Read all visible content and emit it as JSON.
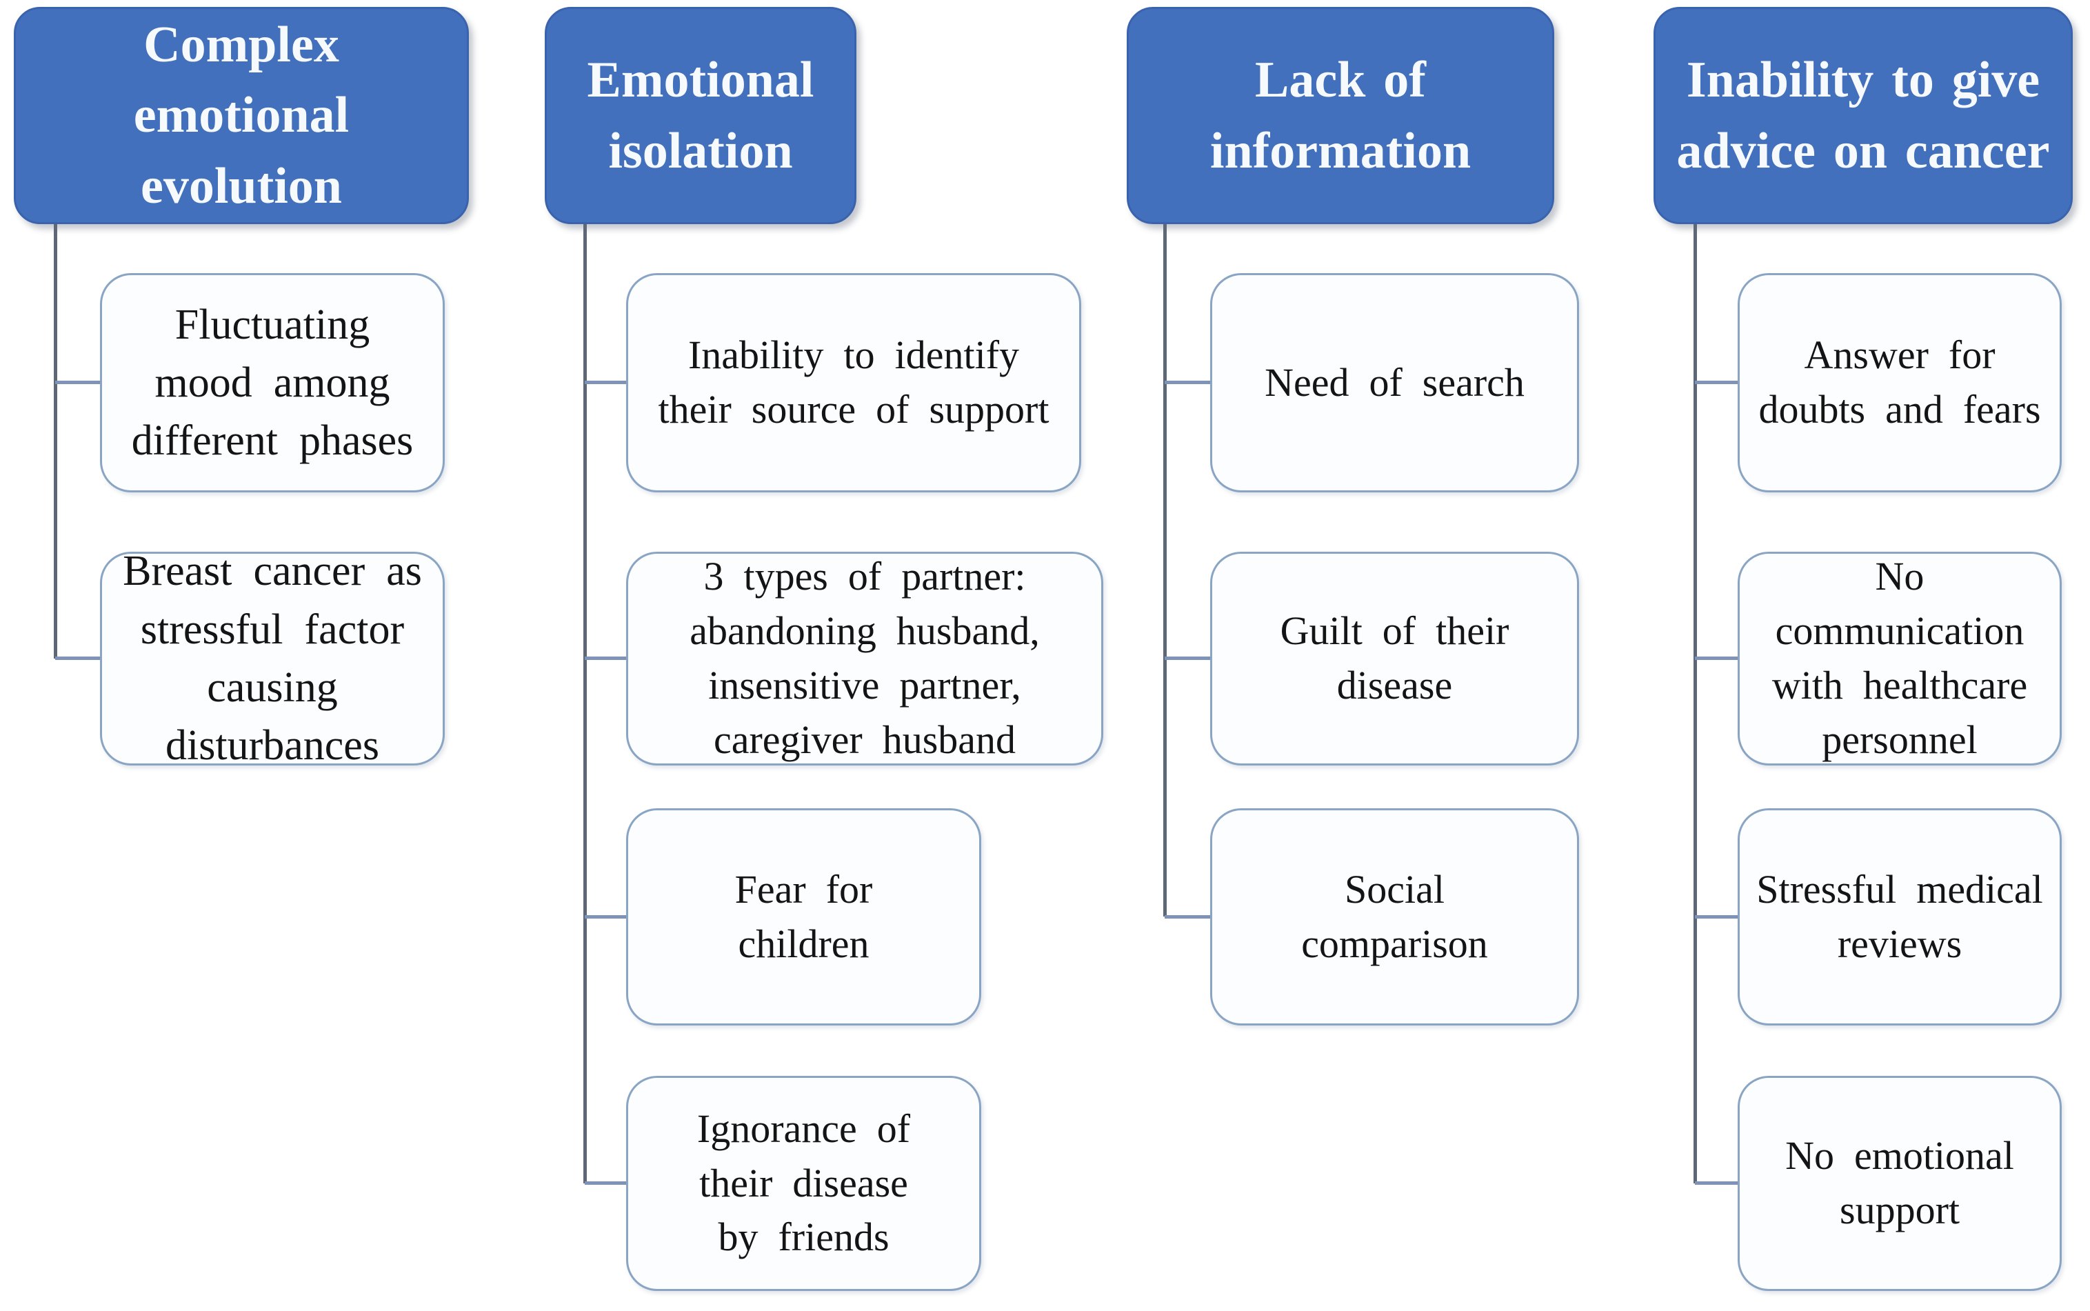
{
  "diagram": {
    "title": "Emotional themes hierarchy diagram",
    "colors": {
      "header_fill": "#4370bd",
      "header_border": "#3a63ae",
      "header_text": "#f7fafd",
      "child_fill": "#fcfdfe",
      "child_border": "#8aa5c4",
      "child_text": "#141414",
      "connector_line": "#5d6775",
      "connector_stub": "#7f93b8",
      "background": "#ffffff"
    },
    "columns": [
      {
        "header": "Complex emotional evolution",
        "children": [
          "Fluctuating mood among different phases",
          "Breast cancer as stressful factor causing disturbances"
        ]
      },
      {
        "header": "Emotional isolation",
        "children": [
          "Inability to identify their source of support",
          "3 types of partner: abandoning husband, insensitive partner, caregiver husband",
          "Fear for children",
          "Ignorance of their disease by friends"
        ]
      },
      {
        "header": "Lack of information",
        "children": [
          "Need of search",
          "Guilt of their disease",
          "Social comparison"
        ]
      },
      {
        "header": "Inability to give advice on cancer",
        "children": [
          "Answer for doubts and fears",
          "No communication with healthcare personnel",
          "Stressful medical reviews",
          "No emotional support"
        ]
      }
    ]
  }
}
